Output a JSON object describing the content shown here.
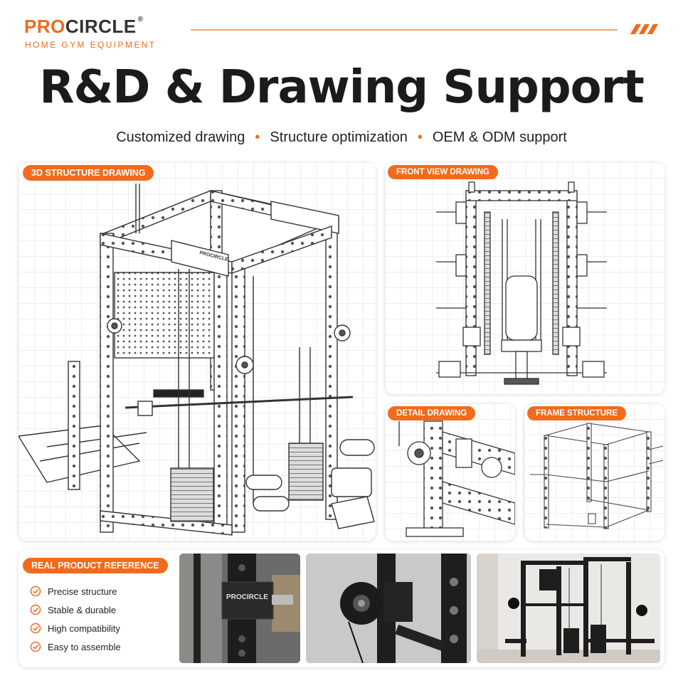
{
  "brand": {
    "name_accent": "PRO",
    "name_rest": "CIRCLE",
    "registered": "®",
    "tagline": "HOME GYM EQUIPMENT"
  },
  "title": "R&D & Drawing Support",
  "subtitle": {
    "items": [
      "Customized drawing",
      "Structure optimization",
      "OEM & ODM support"
    ],
    "separator": "•"
  },
  "panels": {
    "structure_3d": {
      "badge": "3D STRUCTURE DRAWING",
      "plate_logo": "PROCIRCLE"
    },
    "front_view": {
      "badge": "FRONT VIEW DRAWING"
    },
    "detail": {
      "badge": "DETAIL DRAWING"
    },
    "frame": {
      "badge": "FRAME STRUCTURE"
    }
  },
  "reference": {
    "badge": "REAL PRODUCT REFERENCE",
    "features": [
      "Precise structure",
      "Stable & durable",
      "High compatibility",
      "Easy to assemble"
    ],
    "photo_logo": "PROCIRCLE"
  },
  "colors": {
    "accent": "#f26a1b",
    "text": "#1b1b1b",
    "line": "#333333"
  }
}
